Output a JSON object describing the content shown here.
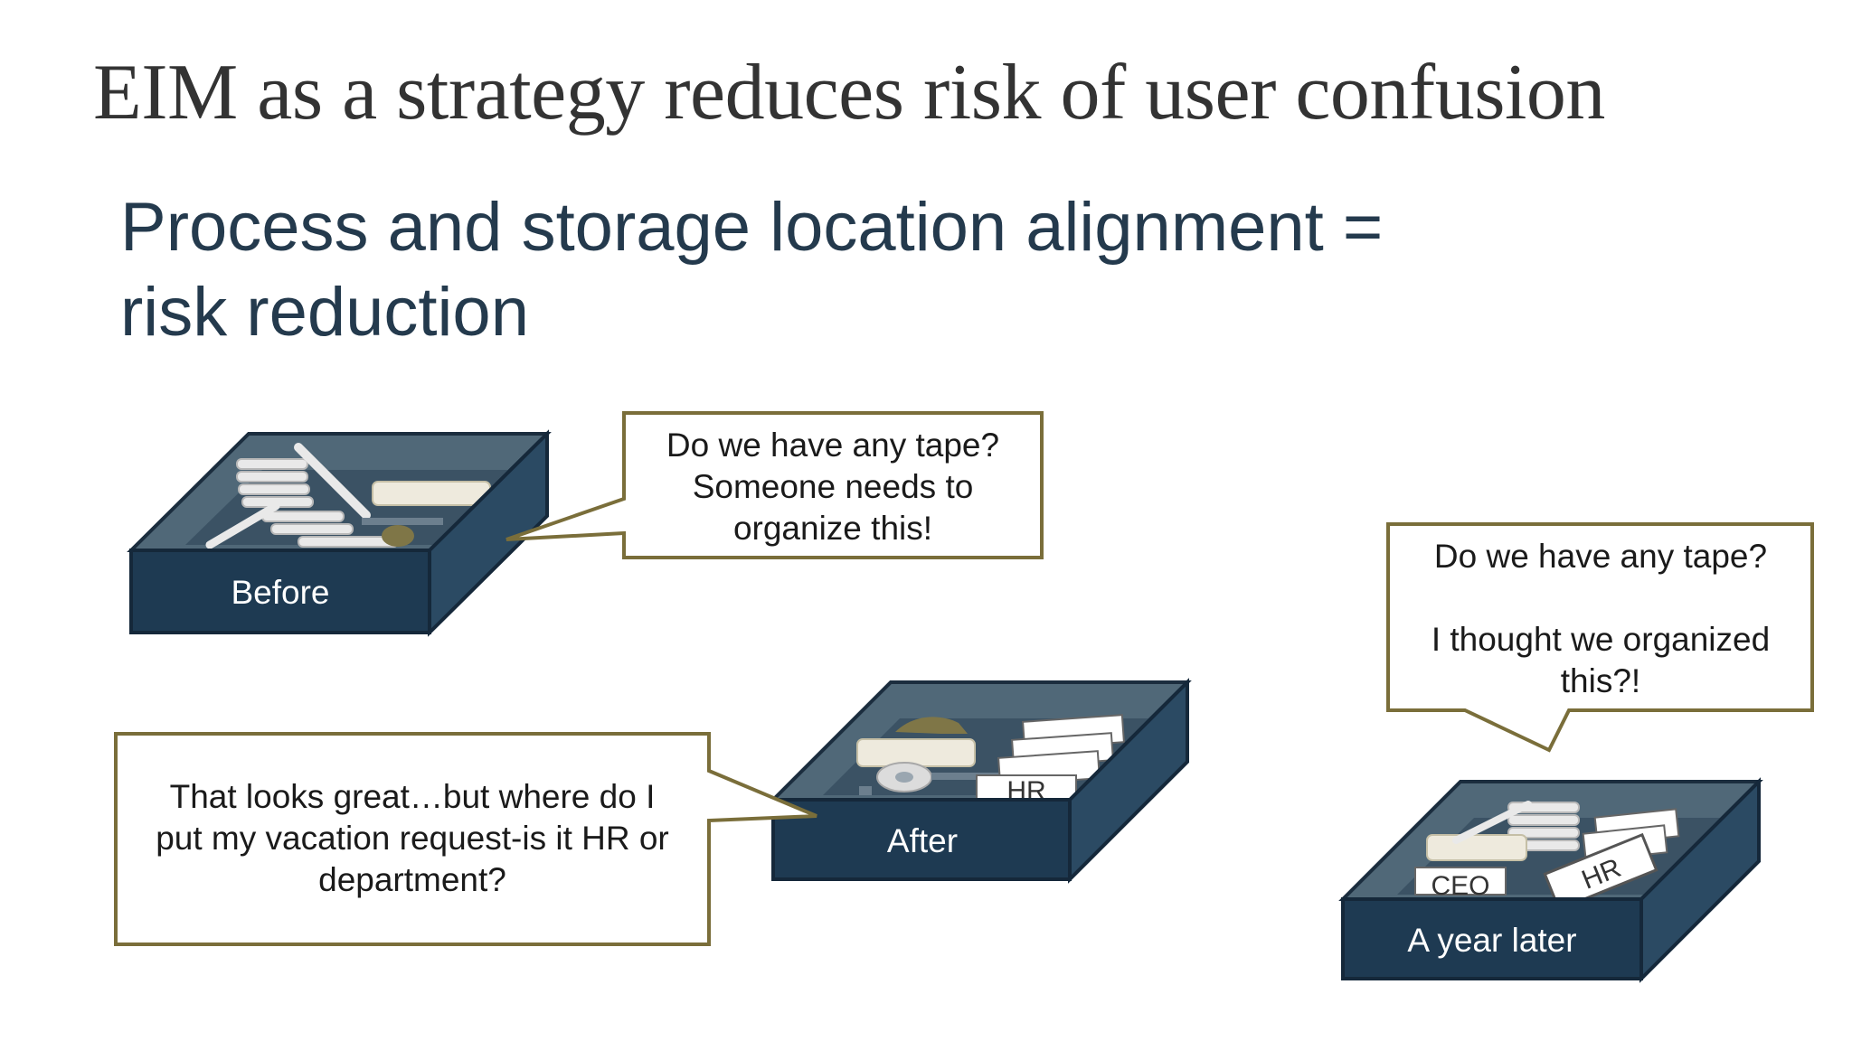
{
  "slide": {
    "title": "EIM as a strategy reduces risk of user confusion",
    "subtitle_line1": "Process and storage location alignment =",
    "subtitle_line2": "risk reduction"
  },
  "boxes": {
    "before_label": "Before",
    "after_label": "After",
    "later_label": "A year later"
  },
  "tags": {
    "hr": "HR",
    "ceo": "CEO"
  },
  "callouts": {
    "before": [
      "Do we have any tape?",
      "Someone needs to",
      "organize this!"
    ],
    "after": [
      "That looks great…but where do I",
      "put my vacation request-is it HR or",
      "department?"
    ],
    "later": [
      "Do we have any tape?",
      "I thought we organized",
      "this?!"
    ]
  },
  "colors": {
    "box_front": "#1e3a52",
    "box_inner": "#50687a",
    "callout_border": "#7a6e3a",
    "title": "#333333",
    "subtitle": "#243a4d"
  }
}
